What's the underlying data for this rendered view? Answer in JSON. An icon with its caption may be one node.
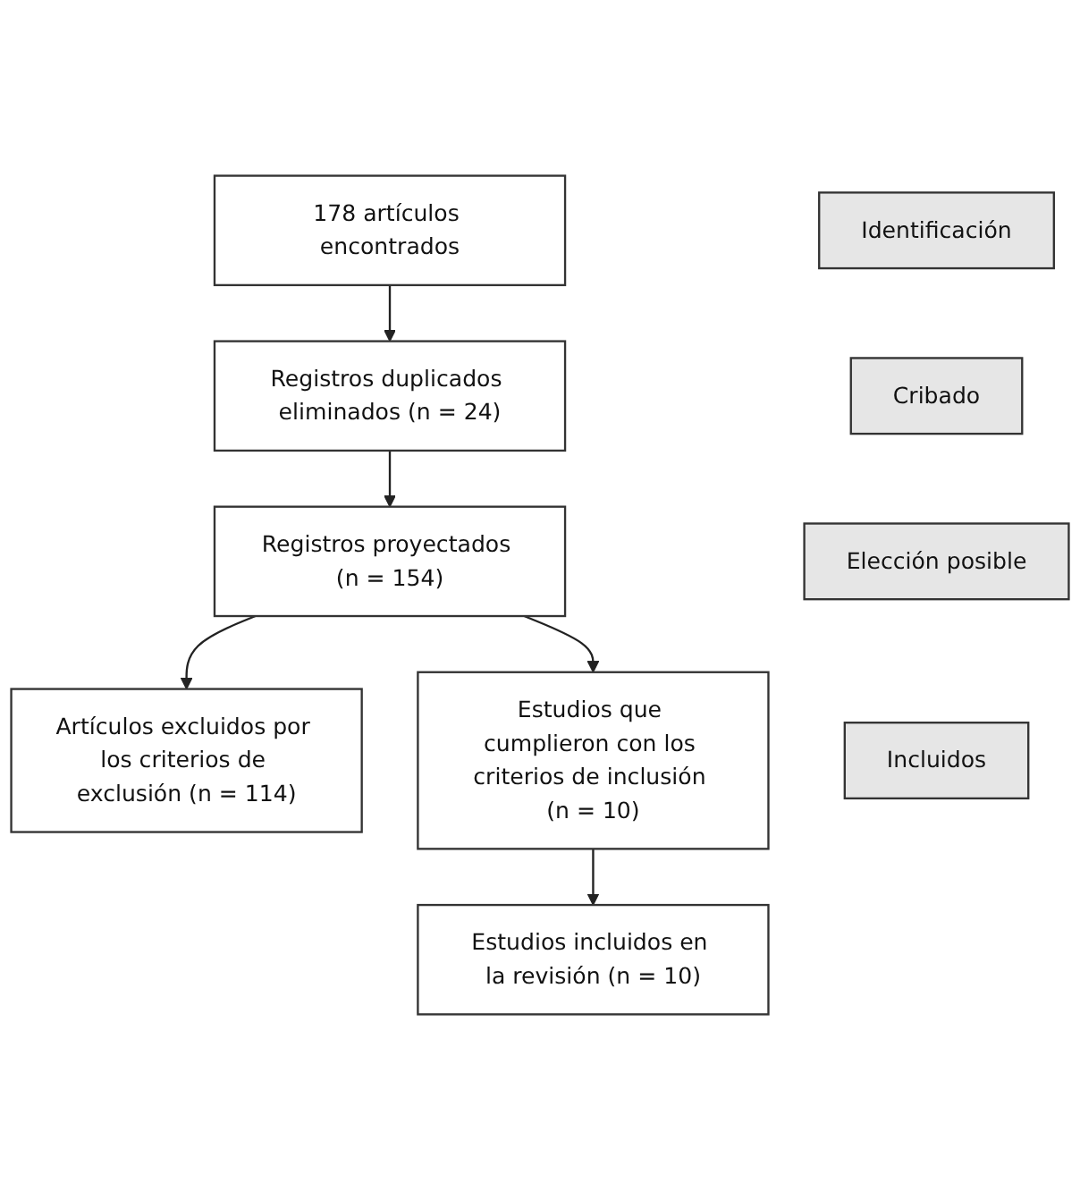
{
  "diagram": {
    "nodes": [
      {
        "text": [
          "Identificación"
        ]
      },
      {
        "text": [
          "178 artículos encontrados"
        ]
      },
      {
        "text": [
          "Cribado"
        ]
      },
      {
        "text": [
          "Registros duplicados eliminados (n = 24)"
        ]
      },
      {
        "text": [
          "Elección posible"
        ]
      },
      {
        "text": [
          "Registros proyectados (n = 154)"
        ]
      },
      {
        "text": [
          "Artículos excluidos por los criterios de exclusión (n = 114)"
        ]
      },
      {
        "text": [
          "Estudios que cumplieron con los criterios de inclusión (n = 10)"
        ]
      },
      {
        "text": [
          "Incluidos"
        ]
      },
      {
        "text": [
          "Estudios incluidos en la revisión (n = 10)"
        ]
      }
    ],
    "edges": [
      {
        "from": 1,
        "to": 3,
        "arrow": "to"
      },
      {
        "from": 3,
        "to": 5,
        "arrow": "to"
      },
      {
        "from": 5,
        "to": 6,
        "arrow": "to"
      },
      {
        "from": 5,
        "to": 7,
        "arrow": "to"
      },
      {
        "from": 7,
        "to": 9,
        "arrow": "to"
      }
    ]
  }
}
